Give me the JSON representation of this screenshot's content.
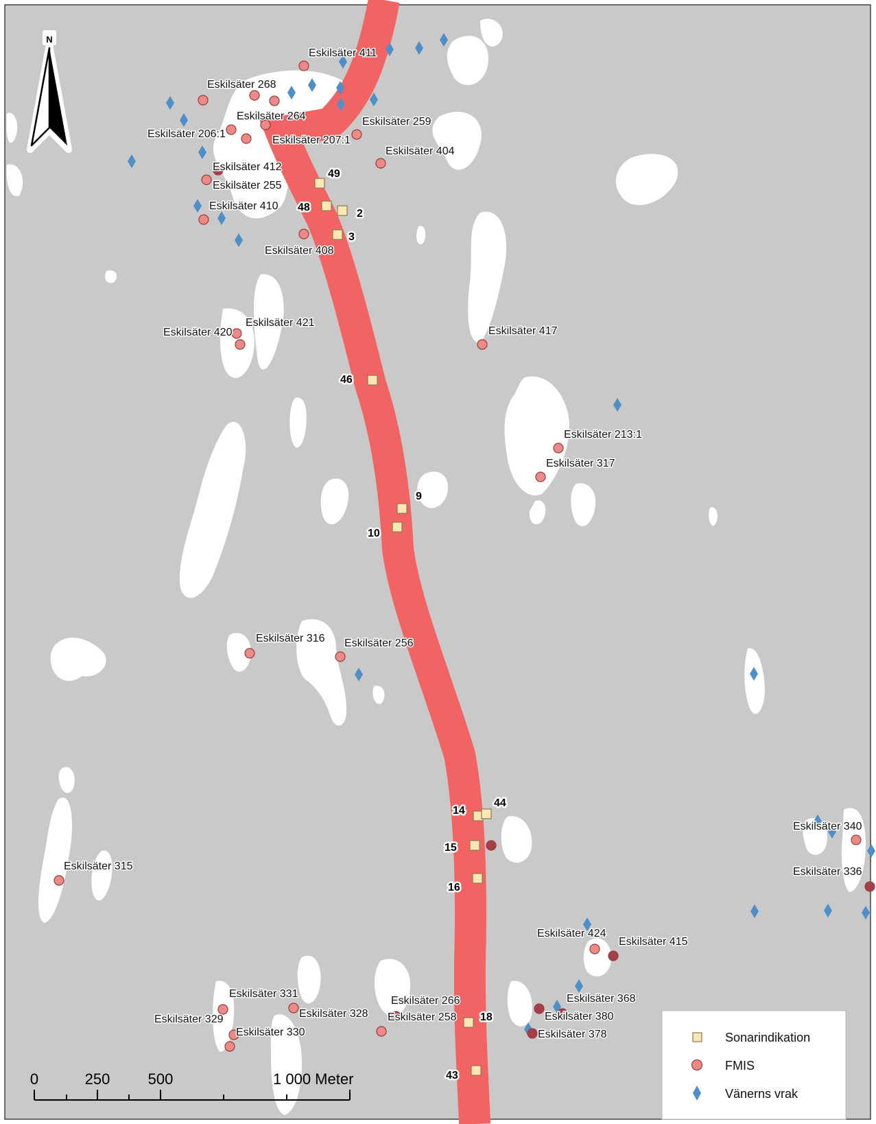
{
  "colors": {
    "water": "#c9c9c9",
    "land": "#ffffff",
    "corridor": "#f26363",
    "sonar_fill": "#fbe7b4",
    "sonar_stroke": "#8a7a50",
    "fmis_fill": "#ec8a88",
    "fmis_stroke": "#9c3a3a",
    "fmis_dark": "#a54048",
    "wreck": "#4f8fc8"
  },
  "north_arrow": {
    "label": "N"
  },
  "fmis_labels": [
    {
      "id": "411",
      "text": "Eskilsäter 411"
    },
    {
      "id": "268",
      "text": "Eskilsäter 268"
    },
    {
      "id": "264",
      "text": "Eskilsäter 264"
    },
    {
      "id": "259",
      "text": "Eskilsäter 259"
    },
    {
      "id": "206",
      "text": "Eskilsäter 206:1"
    },
    {
      "id": "207",
      "text": "Eskilsäter 207:1"
    },
    {
      "id": "404",
      "text": "Eskilsäter 404"
    },
    {
      "id": "412",
      "text": "Eskilsäter 412"
    },
    {
      "id": "255",
      "text": "Eskilsäter 255"
    },
    {
      "id": "410",
      "text": "Eskilsäter 410"
    },
    {
      "id": "408",
      "text": "Eskilsäter 408"
    },
    {
      "id": "421",
      "text": "Eskilsäter 421"
    },
    {
      "id": "420",
      "text": "Eskilsäter 420"
    },
    {
      "id": "417",
      "text": "Eskilsäter 417"
    },
    {
      "id": "213",
      "text": "Eskilsäter 213:1"
    },
    {
      "id": "317",
      "text": "Eskilsäter 317"
    },
    {
      "id": "316",
      "text": "Eskilsäter 316"
    },
    {
      "id": "256",
      "text": "Eskilsäter 256"
    },
    {
      "id": "340",
      "text": "Eskilsäter 340"
    },
    {
      "id": "315",
      "text": "Eskilsäter 315"
    },
    {
      "id": "336",
      "text": "Eskilsäter 336"
    },
    {
      "id": "424",
      "text": "Eskilsäter 424"
    },
    {
      "id": "415",
      "text": "Eskilsäter 415"
    },
    {
      "id": "331",
      "text": "Eskilsäter 331"
    },
    {
      "id": "266",
      "text": "Eskilsäter 266"
    },
    {
      "id": "368",
      "text": "Eskilsäter 368"
    },
    {
      "id": "329",
      "text": "Eskilsäter 329"
    },
    {
      "id": "328",
      "text": "Eskilsäter 328"
    },
    {
      "id": "258",
      "text": "Eskilsäter 258"
    },
    {
      "id": "380",
      "text": "Eskilsäter 380"
    },
    {
      "id": "330",
      "text": "Eskilsäter 330"
    },
    {
      "id": "378",
      "text": "Eskilsäter 378"
    }
  ],
  "sonar_numbers": [
    "49",
    "48",
    "2",
    "3",
    "46",
    "9",
    "10",
    "14",
    "44",
    "15",
    "16",
    "18",
    "43"
  ],
  "scale_bar": {
    "ticks": [
      "0",
      "250",
      "500",
      "1 000 Meter"
    ]
  },
  "legend": {
    "items": [
      {
        "symbol": "square",
        "label": "Sonarindikation"
      },
      {
        "symbol": "circle",
        "label": "FMIS"
      },
      {
        "symbol": "diamond",
        "label": "Vänerns vrak"
      }
    ]
  }
}
